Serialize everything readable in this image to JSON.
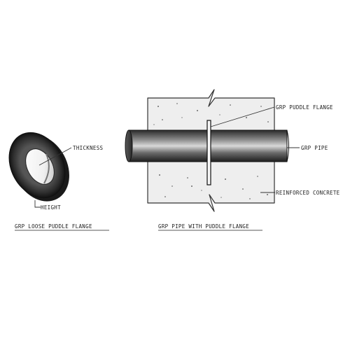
{
  "diagram": {
    "flange_detail": {
      "labels": {
        "thickness": "THICKNESS",
        "height": "HEIGHT"
      },
      "caption": "GRP LOOSE PUDDLE FLANGE"
    },
    "pipe_detail": {
      "labels": {
        "puddle_flange": "GRP PUDDLE FLANGE",
        "pipe": "GRP PIPE",
        "concrete": "REINFORCED CONCRETE"
      },
      "caption": "GRP PIPE WITH PUDDLE FLANGE"
    }
  }
}
